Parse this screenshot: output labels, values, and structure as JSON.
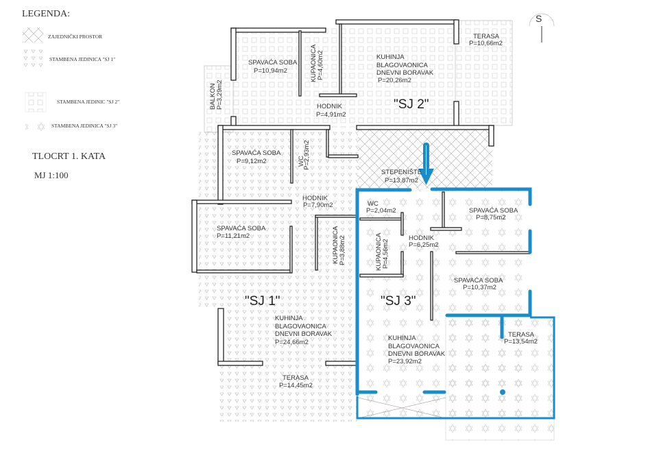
{
  "legend": {
    "title": "LEGENDA:",
    "items": [
      {
        "pattern": "crosshatch",
        "label": "ZAJEDNIČKI PROSTOR"
      },
      {
        "pattern": "triangles",
        "label": "STAMBENA JEDINICA  \"SJ 1\""
      },
      {
        "pattern": "squares",
        "label": "STAMBENA JEDINIC \"SJ 2\""
      },
      {
        "pattern": "stars",
        "label": "STAMBENA JEDINICA  \"SJ 3\""
      }
    ]
  },
  "plan": {
    "title": "TLOCRT  1. KATA",
    "scale": "MJ 1:100",
    "north_label": "S",
    "highlight_color": "#1a8ccc"
  },
  "units": {
    "sj1": "\"SJ 1\"",
    "sj2": "\"SJ 2\"",
    "sj3": "\"SJ 3\""
  },
  "rooms": {
    "sj2_bed_name": "SPAVAĆA SOBA",
    "sj2_bed_area": "P=10,94m2",
    "sj2_bath_name": "KUPAONICA",
    "sj2_bath_area": "P=4,60m2",
    "sj2_kit_l1": "KUHINJA",
    "sj2_kit_l2": "BLAGOVAONICA",
    "sj2_kit_l3": "DNEVNI BORAVAK",
    "sj2_kit_area": "P=20,26m2",
    "sj2_ter_name": "TERASA",
    "sj2_ter_area": "P=10,66m2",
    "sj2_bal_name": "BALKON",
    "sj2_bal_area": "P=3,29m2",
    "sj2_hall_name": "HODNIK",
    "sj2_hall_area": "P=4,91m2",
    "sj1_bed1_name": "SPAVAĆA SOBA",
    "sj1_bed1_area": "P=9,12m2",
    "sj1_wc_name": "WC",
    "sj1_wc_area": "P=2,93m2",
    "stair_name": "STEPENIŠTE",
    "stair_area": "P=13,87m2",
    "sj1_hall_name": "HODNIK",
    "sj1_hall_area": "P=7,90m2",
    "sj1_bed2_name": "SPAVAĆA SOBA",
    "sj1_bed2_area": "P=11,21m2",
    "sj1_bath_name": "KUPAONICA",
    "sj1_bath_area": "P=3,88m2",
    "sj1_kit_l1": "KUHINJA",
    "sj1_kit_l2": "BLAGOVAONICA",
    "sj1_kit_l3": "DNEVNI BORAVAK",
    "sj1_kit_area": "P=24,66m2",
    "sj1_ter_name": "TERASA",
    "sj1_ter_area": "P=14,45m2",
    "sj3_wc_name": "WC",
    "sj3_wc_area": "P=2,04m2",
    "sj3_bath_name": "KUPAONICA",
    "sj3_bath_area": "P=4,56m2",
    "sj3_hall_name": "HODNIK",
    "sj3_hall_area": "P=6,25m2",
    "sj3_bed1_name": "SPAVAĆA SOBA",
    "sj3_bed1_area": "P=8,75m2",
    "sj3_bed2_name": "SPAVAĆA SOBA",
    "sj3_bed2_area": "P=10,37m2",
    "sj3_kit_l1": "KUHINJA",
    "sj3_kit_l2": "BLAGOVAONICA",
    "sj3_kit_l3": "DNEVNI BORAVAK",
    "sj3_kit_area": "P=23,92m2",
    "sj3_ter_name": "TERASA",
    "sj3_ter_area": "P=13,54m2"
  }
}
